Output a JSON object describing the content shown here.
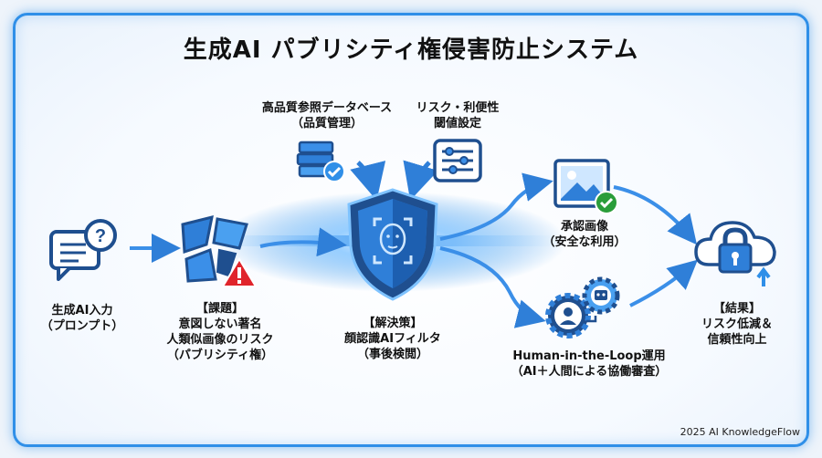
{
  "title": "生成AI パブリシティ権侵害防止システム",
  "nodes": {
    "input": {
      "line1": "生成AI入力",
      "line2": "（プロンプト）"
    },
    "issue": {
      "line1": "【課題】",
      "line2": "意図しない著名",
      "line3": "人類似画像のリスク",
      "line4": "（パブリシティ権）"
    },
    "database": {
      "line1": "高品質参照データベース",
      "line2": "（品質管理）"
    },
    "threshold": {
      "line1": "リスク・利便性",
      "line2": "閾値設定"
    },
    "solution": {
      "line1": "【解決策】",
      "line2": "顔認識AIフィルタ",
      "line3": "（事後検閲）"
    },
    "approved": {
      "line1": "承認画像",
      "line2": "（安全な利用）"
    },
    "hitl": {
      "line1": "Human-in-the-Loop運用",
      "line2": "（AI＋人間による協働審査）"
    },
    "result": {
      "line1": "【結果】",
      "line2": "リスク低減＆",
      "line3": "信頼性向上"
    }
  },
  "footer": "2025 AI KnowledgeFlow",
  "colors": {
    "accent": "#2f8fe8",
    "navy": "#1f4f8f",
    "warning": "#e0242b",
    "success": "#2a9d3a"
  },
  "icons": [
    "chat-question-icon",
    "broken-image-warning-icon",
    "database-books-icon",
    "sliders-icon",
    "shield-face-icon",
    "approved-image-icon",
    "human-ai-gears-icon",
    "cloud-lock-icon"
  ]
}
